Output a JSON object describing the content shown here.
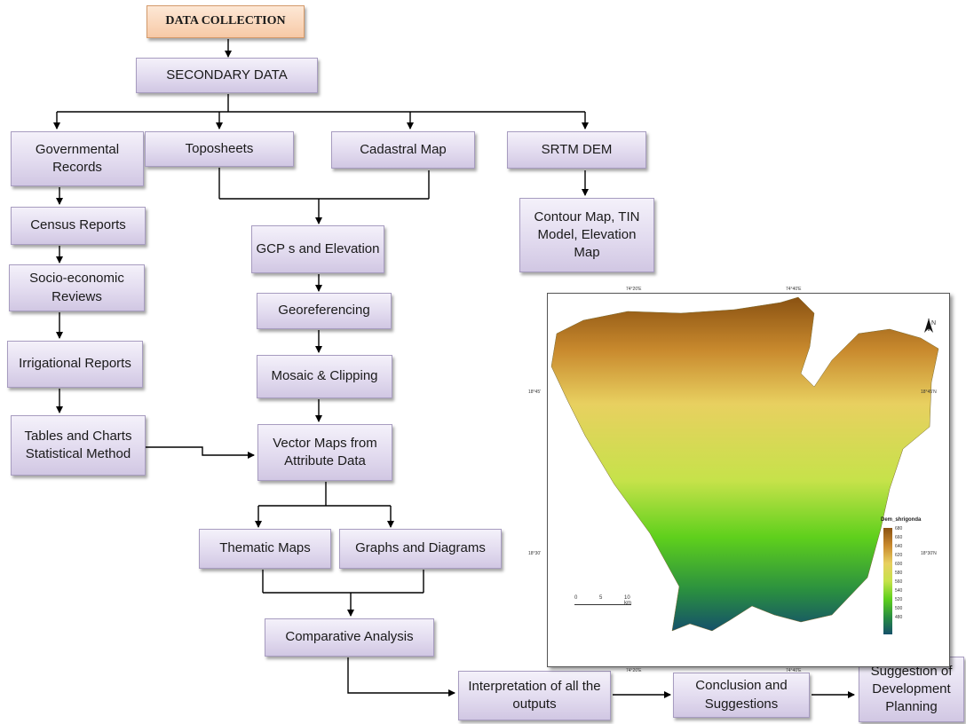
{
  "flowchart": {
    "data_collection": "DATA COLLECTION",
    "secondary_data": "SECONDARY DATA",
    "governmental_records": "Governmental Records",
    "toposheets": "Toposheets",
    "cadastral_map": "Cadastral Map",
    "srtm_dem": "SRTM DEM",
    "census_reports": "Census Reports",
    "gcps_elevation": "GCP s and Elevation",
    "contour_map": "Contour Map, TIN Model, Elevation Map",
    "socio_economic": "Socio-economic Reviews",
    "georeferencing": "Georeferencing",
    "irrigational": "Irrigational Reports",
    "mosaic": "Mosaic & Clipping",
    "tables_charts": "Tables and Charts Statistical Method",
    "vector_maps": "Vector Maps from Attribute Data",
    "thematic_maps": "Thematic Maps",
    "graphs_diagrams": "Graphs and Diagrams",
    "comparative": "Comparative Analysis",
    "interpretation": "Interpretation of all the outputs",
    "conclusion": "Conclusion and Suggestions",
    "suggestion": "Suggestion of Development Planning"
  },
  "map": {
    "legend_title": "Dem_shrigonda",
    "legend_values": [
      "680",
      "660",
      "640",
      "620",
      "600",
      "580",
      "560",
      "540",
      "520",
      "500",
      "480"
    ],
    "scale_labels": [
      "0",
      "5",
      "10 km"
    ],
    "north_label": "N",
    "ticks": {
      "top_left": "74°20'E",
      "top_right": "74°40'E",
      "bottom_left": "74°20'E",
      "bottom_right": "74°40'E",
      "left_upper": "18°45'",
      "left_lower": "18°30'",
      "right_upper": "18°45'N",
      "right_lower": "18°30'N"
    },
    "colors": [
      "#8a5212",
      "#c98a2e",
      "#e8d060",
      "#c6e24a",
      "#5fd01c",
      "#2a8f40",
      "#15506a"
    ]
  }
}
